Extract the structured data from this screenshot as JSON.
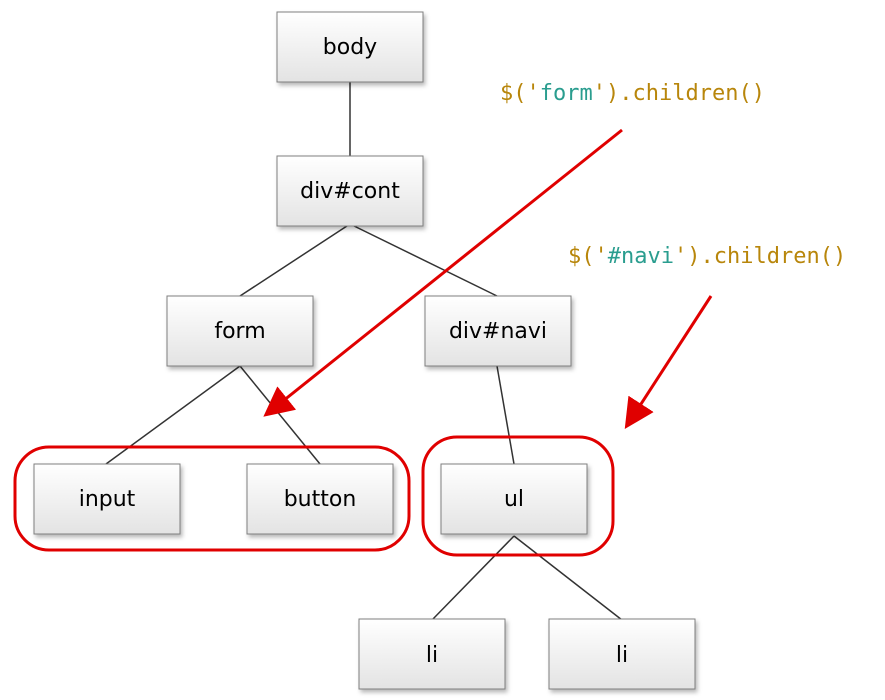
{
  "nodes": {
    "body": "body",
    "div_cont": "div#cont",
    "form": "form",
    "div_navi": "div#navi",
    "input": "input",
    "button": "button",
    "ul": "ul",
    "li_1": "li",
    "li_2": "li"
  },
  "annotations": {
    "form_children": {
      "dollar": "$",
      "open": "('",
      "selector": "form",
      "close": "').",
      "method": "children",
      "parens": "()"
    },
    "navi_children": {
      "dollar": "$",
      "open": "('",
      "selector": "#navi",
      "close": "').",
      "method": "children",
      "parens": "()"
    }
  },
  "colors": {
    "code_gold": "#b8860b",
    "code_teal": "#2a9d8f",
    "highlight_red": "#e00000",
    "edge": "#333333",
    "node_border": "#7f7f7f"
  }
}
